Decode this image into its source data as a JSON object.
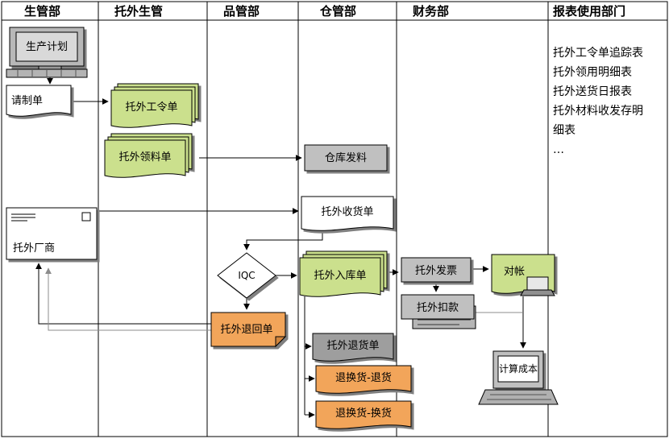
{
  "lanes": {
    "l0": "生管部",
    "l1": "托外生管",
    "l2": "品管部",
    "l3": "仓管部",
    "l4": "财务部",
    "l5": "报表使用部门"
  },
  "nodes": {
    "production_plan": "生产计划",
    "request_form": "请制单",
    "work_order": "托外工令单",
    "material_requisition": "托外领料单",
    "warehouse_issue": "仓库发料",
    "receiving_note": "托外收货单",
    "vendor": "托外厂商",
    "iqc": "IQC",
    "putaway_note": "托外入库单",
    "return_note": "托外退回单",
    "invoice": "托外发票",
    "deduction": "托外扣款",
    "reconciliation": "对帐",
    "return_goods_note": "托外退货单",
    "exchange_return": "退换货-退货",
    "exchange_replace": "退换货-换货",
    "cost_calculation": "计算成本"
  },
  "reports": {
    "line0": "托外工令单追踪表",
    "line1": "托外领用明细表",
    "line2": "托外送货日报表",
    "line3": "托外材料收发存明",
    "line4": "细表",
    "line5": "…"
  },
  "colors": {
    "doc_green": "#cbe08d",
    "doc_orange": "#f2a55a",
    "doc_orange_fold": "#d0843c",
    "box_gray": "#c0c0c0",
    "doc_gray": "#9e9e9e",
    "screen_gray": "#d9d9d9"
  }
}
